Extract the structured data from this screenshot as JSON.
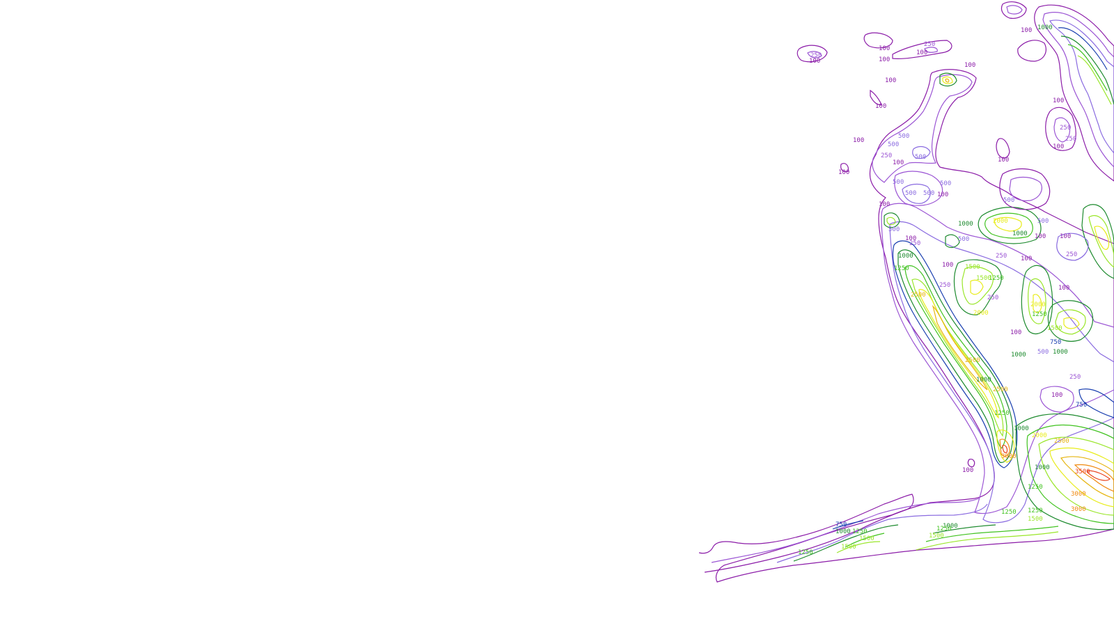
{
  "colors": {
    "100": "#8b1ca8",
    "250": "#9b55d4",
    "500": "#8a6be0",
    "750": "#1a3fb0",
    "1000": "#1d8a2e",
    "1250": "#3fc21e",
    "1500": "#9ae62a",
    "2000": "#e8ec1a",
    "2500": "#e6b510",
    "3000": "#f08a10",
    "3500": "#e8401a"
  },
  "labels": [
    {
      "text": "100",
      "level": "100"
    },
    {
      "text": "100",
      "level": "100"
    },
    {
      "text": "100",
      "level": "100"
    },
    {
      "text": "100",
      "level": "100"
    },
    {
      "text": "100",
      "level": "100"
    },
    {
      "text": "100",
      "level": "100"
    },
    {
      "text": "100",
      "level": "100"
    },
    {
      "text": "100",
      "level": "100"
    },
    {
      "text": "100",
      "level": "100"
    },
    {
      "text": "100",
      "level": "100"
    },
    {
      "text": "100",
      "level": "100"
    },
    {
      "text": "100",
      "level": "100"
    },
    {
      "text": "100",
      "level": "100"
    },
    {
      "text": "100",
      "level": "100"
    },
    {
      "text": "100",
      "level": "100"
    },
    {
      "text": "100",
      "level": "100"
    },
    {
      "text": "100",
      "level": "100"
    },
    {
      "text": "100",
      "level": "100"
    },
    {
      "text": "100",
      "level": "100"
    },
    {
      "text": "100",
      "level": "100"
    },
    {
      "text": "100",
      "level": "100"
    },
    {
      "text": "100",
      "level": "100"
    },
    {
      "text": "100",
      "level": "100"
    },
    {
      "text": "100",
      "level": "100"
    },
    {
      "text": "100",
      "level": "100"
    },
    {
      "text": "250",
      "level": "250"
    },
    {
      "text": "250",
      "level": "250"
    },
    {
      "text": "250",
      "level": "250"
    },
    {
      "text": "250",
      "level": "250"
    },
    {
      "text": "250",
      "level": "250"
    },
    {
      "text": "250",
      "level": "250"
    },
    {
      "text": "250",
      "level": "250"
    },
    {
      "text": "250",
      "level": "250"
    },
    {
      "text": "250",
      "level": "250"
    },
    {
      "text": "250",
      "level": "250"
    },
    {
      "text": "250",
      "level": "250"
    },
    {
      "text": "500",
      "level": "500"
    },
    {
      "text": "500",
      "level": "500"
    },
    {
      "text": "500",
      "level": "500"
    },
    {
      "text": "500",
      "level": "500"
    },
    {
      "text": "500",
      "level": "500"
    },
    {
      "text": "500",
      "level": "500"
    },
    {
      "text": "500",
      "level": "500"
    },
    {
      "text": "500",
      "level": "500"
    },
    {
      "text": "500",
      "level": "500"
    },
    {
      "text": "500",
      "level": "500"
    },
    {
      "text": "500",
      "level": "500"
    },
    {
      "text": "500",
      "level": "500"
    },
    {
      "text": "750",
      "level": "750"
    },
    {
      "text": "750",
      "level": "750"
    },
    {
      "text": "750",
      "level": "750"
    },
    {
      "text": "1000",
      "level": "1000"
    },
    {
      "text": "1000",
      "level": "1000"
    },
    {
      "text": "1000",
      "level": "1000"
    },
    {
      "text": "1000",
      "level": "1000"
    },
    {
      "text": "1000",
      "level": "1000"
    },
    {
      "text": "1000",
      "level": "1000"
    },
    {
      "text": "1000",
      "level": "1000"
    },
    {
      "text": "1000",
      "level": "1000"
    },
    {
      "text": "1000",
      "level": "1000"
    },
    {
      "text": "1000",
      "level": "1000"
    },
    {
      "text": "1000",
      "level": "1000"
    },
    {
      "text": "1250",
      "level": "1250"
    },
    {
      "text": "1250",
      "level": "1250"
    },
    {
      "text": "1250",
      "level": "1250"
    },
    {
      "text": "1250",
      "level": "1250"
    },
    {
      "text": "1250",
      "level": "1250"
    },
    {
      "text": "1250",
      "level": "1250"
    },
    {
      "text": "1250",
      "level": "1250"
    },
    {
      "text": "1250",
      "level": "1250"
    },
    {
      "text": "1250",
      "level": "1250"
    },
    {
      "text": "1250",
      "level": "1250"
    },
    {
      "text": "1500",
      "level": "1500"
    },
    {
      "text": "1500",
      "level": "1500"
    },
    {
      "text": "1500",
      "level": "1500"
    },
    {
      "text": "1500",
      "level": "1500"
    },
    {
      "text": "1500",
      "level": "1500"
    },
    {
      "text": "1500",
      "level": "1500"
    },
    {
      "text": "1500",
      "level": "1500"
    },
    {
      "text": "2000",
      "level": "2000"
    },
    {
      "text": "2000",
      "level": "2000"
    },
    {
      "text": "2000",
      "level": "2000"
    },
    {
      "text": "2000",
      "level": "2000"
    },
    {
      "text": "2500",
      "level": "2500"
    },
    {
      "text": "2500",
      "level": "2500"
    },
    {
      "text": "2500",
      "level": "2500"
    },
    {
      "text": "2500",
      "level": "2500"
    },
    {
      "text": "3000",
      "level": "3000"
    },
    {
      "text": "3000",
      "level": "3000"
    },
    {
      "text": "3000",
      "level": "3000"
    },
    {
      "text": "3500",
      "level": "3500"
    }
  ]
}
